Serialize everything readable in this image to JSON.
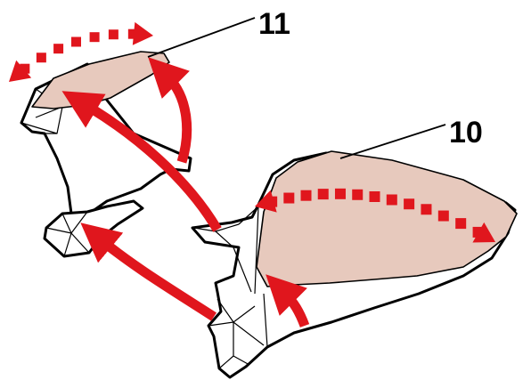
{
  "callouts": [
    {
      "label": "11",
      "part": "backrest-cushion"
    },
    {
      "label": "10",
      "part": "seat-cushion"
    }
  ],
  "colors": {
    "cushion_fill": "#e7c9bd",
    "arrow": "#e0161d",
    "outline": "#000000",
    "background": "#ffffff"
  },
  "icons": {
    "solid_arrow": "curved-arrow-icon",
    "dashed_arrow": "dashed-double-arrow-icon"
  }
}
